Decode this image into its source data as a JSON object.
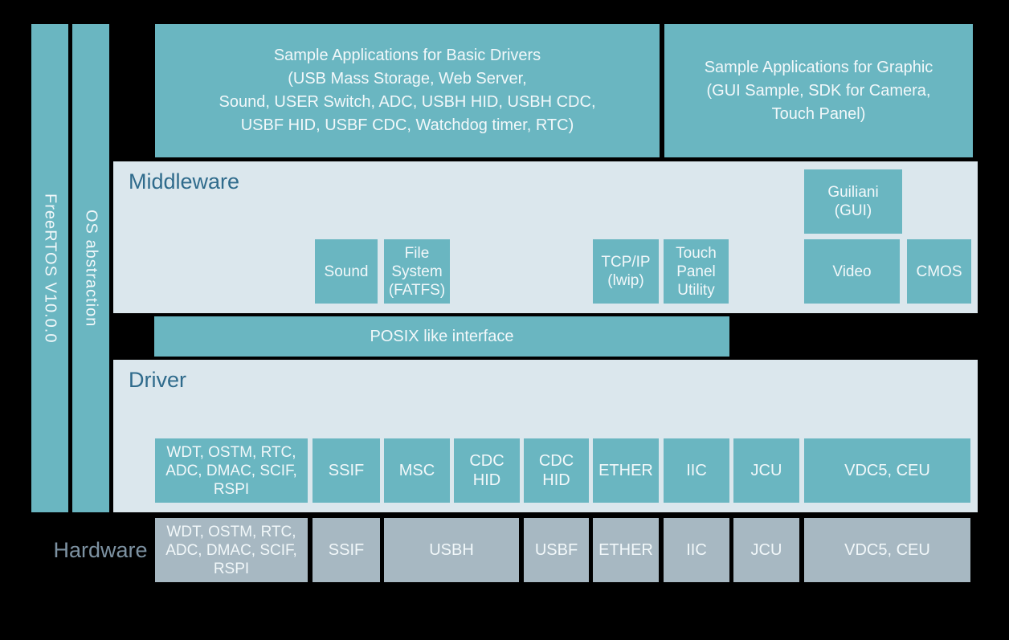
{
  "colors": {
    "background": "#000000",
    "teal": "#6ab6c1",
    "panel": "#dbe7ed",
    "gray": "#a7b8c2",
    "title": "#2f6b8c",
    "hw-label": "#7d92a2",
    "box-text": "#f2f8fa"
  },
  "left_bars": [
    {
      "label": "FreeRTOS V10.0.0"
    },
    {
      "label": "OS abstraction"
    }
  ],
  "top_boxes": [
    {
      "label": "Sample Applications for Basic Drivers\n(USB Mass Storage, Web Server,\nSound, USER Switch, ADC, USBH HID, USBH CDC,\nUSBF HID, USBF CDC, Watchdog timer, RTC)"
    },
    {
      "label": "Sample Applications for Graphic\n(GUI Sample, SDK for Camera,\nTouch Panel)"
    }
  ],
  "middleware": {
    "title": "Middleware",
    "boxes": [
      {
        "label": "Sound"
      },
      {
        "label": "File\nSystem\n(FATFS)"
      },
      {
        "label": "TCP/IP\n(lwip)"
      },
      {
        "label": "Touch\nPanel\nUtility"
      },
      {
        "label": "Guiliani\n(GUI)"
      },
      {
        "label": "Video"
      },
      {
        "label": "CMOS"
      }
    ]
  },
  "posix_bar": {
    "label": "POSIX like interface"
  },
  "driver": {
    "title": "Driver",
    "boxes": [
      {
        "label": "WDT, OSTM, RTC,\nADC, DMAC, SCIF,\nRSPI"
      },
      {
        "label": "SSIF"
      },
      {
        "label": "MSC"
      },
      {
        "label": "CDC\nHID"
      },
      {
        "label": "CDC\nHID"
      },
      {
        "label": "ETHER"
      },
      {
        "label": "IIC"
      },
      {
        "label": "JCU"
      },
      {
        "label": "VDC5, CEU"
      }
    ]
  },
  "hardware": {
    "title": "Hardware",
    "boxes": [
      {
        "label": "WDT, OSTM, RTC,\nADC, DMAC, SCIF,\nRSPI"
      },
      {
        "label": "SSIF"
      },
      {
        "label": "USBH"
      },
      {
        "label": "USBF"
      },
      {
        "label": "ETHER"
      },
      {
        "label": "IIC"
      },
      {
        "label": "JCU"
      },
      {
        "label": "VDC5, CEU"
      }
    ]
  }
}
